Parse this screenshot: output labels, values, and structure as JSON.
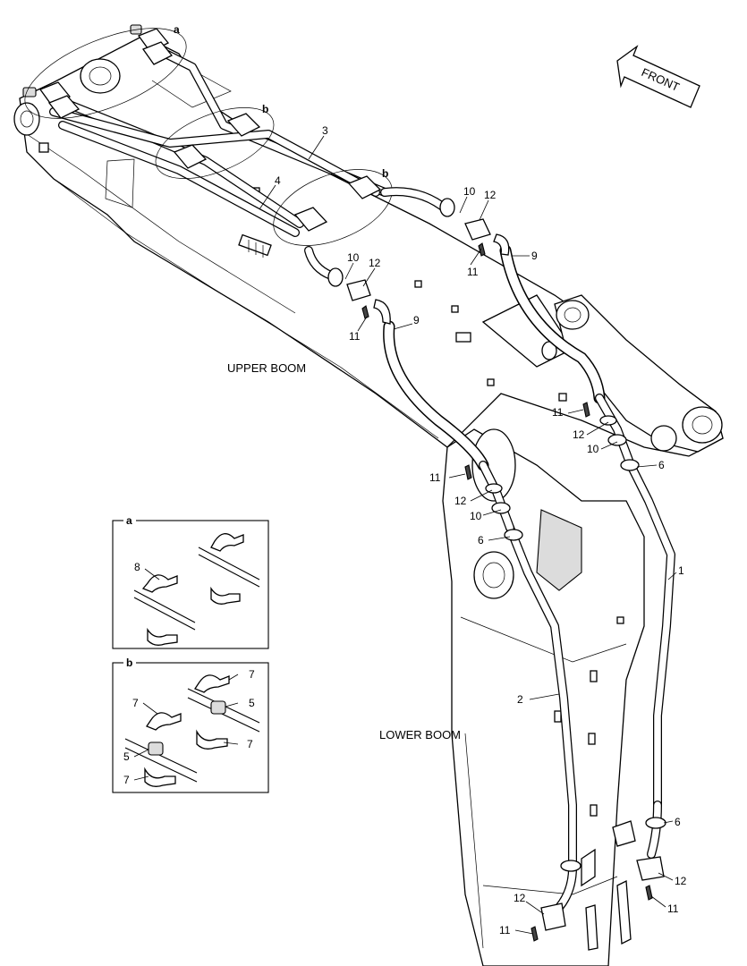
{
  "orientation": {
    "arrow_label": "FRONT"
  },
  "zones": {
    "upper_boom": "UPPER BOOM",
    "lower_boom": "LOWER BOOM"
  },
  "detail_groups": {
    "top_a": "a",
    "upper_b": "b",
    "middle_b": "b"
  },
  "part_numbers": {
    "p1": "1",
    "p2": "2",
    "p3": "3",
    "p4": "4",
    "p6a": "6",
    "p6b": "6",
    "p6c": "6",
    "p9a": "9",
    "p9b": "9",
    "p10a": "10",
    "p10b": "10",
    "p10c": "10",
    "p10d": "10",
    "p11a": "11",
    "p11b": "11",
    "p11c": "11",
    "p11d": "11",
    "p11e": "11",
    "p11f": "11",
    "p12a": "12",
    "p12b": "12",
    "p12c": "12",
    "p12d": "12",
    "p12e": "12",
    "p12f": "12"
  },
  "inset_a": {
    "title": "a",
    "part_8": "8"
  },
  "inset_b": {
    "title": "b",
    "p7a": "7",
    "p7b": "7",
    "p7c": "7",
    "p7d": "7",
    "p5a": "5",
    "p5b": "5"
  },
  "colors": {
    "line": "#000000",
    "background": "#ffffff",
    "shade": "#dcdcdc"
  }
}
